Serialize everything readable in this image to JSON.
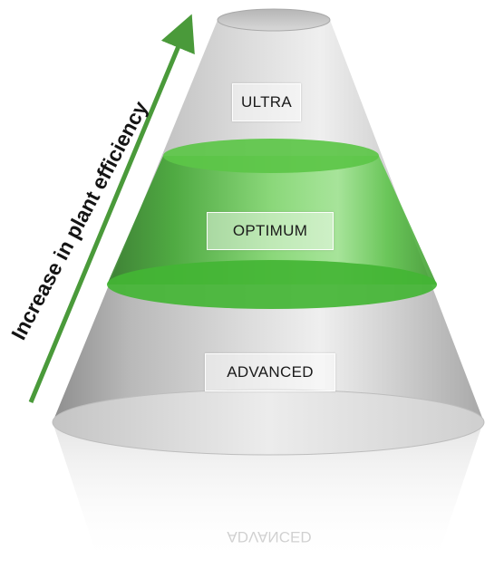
{
  "diagram": {
    "axis_label": "Increase in plant efficiency",
    "levels": [
      {
        "id": "ultra",
        "label": "ULTRA"
      },
      {
        "id": "optimum",
        "label": "OPTIMUM",
        "highlighted": true
      },
      {
        "id": "advanced",
        "label": "ADVANCED"
      }
    ],
    "colors": {
      "arrow": "#4a9a3a",
      "highlight": "#4cc23a",
      "cone": "#c8c8c8"
    }
  }
}
